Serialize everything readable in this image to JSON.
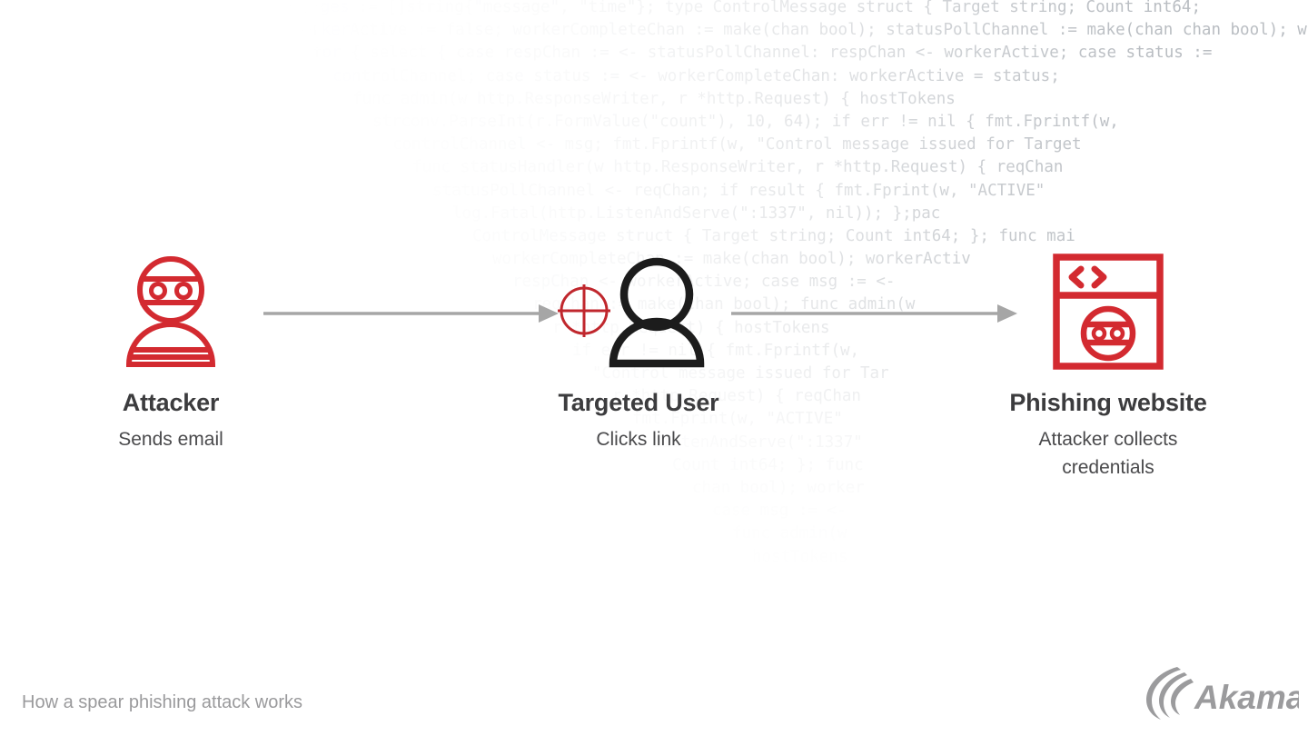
{
  "caption": "How a spear phishing attack works",
  "brand": {
    "logo_text": "Akamai",
    "logo_name": "akamai-logo",
    "logo_color": "#9b9b9d"
  },
  "colors": {
    "accent_red": "#d32a30",
    "icon_black": "#1c1c1c",
    "arrow_gray": "#a6a6a6",
    "title_gray": "#3c3c3e",
    "subtitle_gray": "#4a4a4c",
    "caption_gray": "#9a9a9c",
    "code_gray": "#b9bdc2",
    "background": "#ffffff"
  },
  "diagram": {
    "type": "flow",
    "direction": "left-to-right",
    "nodes": [
      {
        "id": "attacker",
        "title": "Attacker",
        "subtitle": "Sends email",
        "icon": "masked-burglar-person-icon",
        "icon_color": "#d32a30"
      },
      {
        "id": "targeted-user",
        "title": "Targeted User",
        "subtitle": "Clicks link",
        "icon": "person-silhouette-icon",
        "icon_color": "#1c1c1c",
        "badge_icon": "crosshair-target-icon",
        "badge_color": "#d32a30"
      },
      {
        "id": "phishing-website",
        "title": "Phishing website",
        "subtitle": "Attacker collects credentials",
        "icon": "browser-window-with-masked-face-icon",
        "icon_color": "#d32a30"
      }
    ],
    "arrows": [
      {
        "id": "arrow-1",
        "from": "attacker",
        "to": "targeted-user",
        "color": "#a6a6a6"
      },
      {
        "id": "arrow-2",
        "from": "targeted-user",
        "to": "phishing-website",
        "color": "#a6a6a6"
      }
    ]
  },
  "background_code": {
    "language": "go",
    "lines": [
      "messages := []string{\"message\", \"time\"}; type ControlMessage struct { Target string; Count int64;",
      "workerActive := false; workerCompleteChan := make(chan bool); statusPollChannel := make(chan chan bool); w",
      "for { select { case respChan := <- statusPollChannel: respChan <- workerActive; case status :=",
      "controlChannel; case status := <- workerCompleteChan: workerActive = status;",
      "func admin(w http.ResponseWriter, r *http.Request) { hostTokens",
      "strconv.ParseInt(r.FormValue(\"count\"), 10, 64); if err != nil { fmt.Fprintf(w,",
      "controlChannel <- msg; fmt.Fprintf(w, \"Control message issued for Target",
      "func statusHandler(w http.ResponseWriter, r *http.Request) { reqChan",
      "statusPollChannel <- reqChan; if result { fmt.Fprint(w, \"ACTIVE\"",
      "log.Fatal(http.ListenAndServe(\":1337\", nil)); };pac",
      "ControlMessage struct { Target string; Count int64; }; func mai",
      "workerCompleteChan := make(chan bool); workerActiv",
      "respChan <- workerActive; case msg := <-",
      "reqChan := make(chan bool); func admin(w",
      "r *http.Request) { hostTokens",
      "if err != nil { fmt.Fprintf(w,",
      "\"Control message issued for Tar",
      "r *http.Request) { reqChan",
      "fmt.Fprint(w, \"ACTIVE\"",
      "ListenAndServe(\":1337\"",
      "Count int64; }; func",
      "chan bool); worker",
      "case msg := <-",
      "func admin(w",
      "hostTokens",
      "Fprintf(w,"
    ]
  }
}
